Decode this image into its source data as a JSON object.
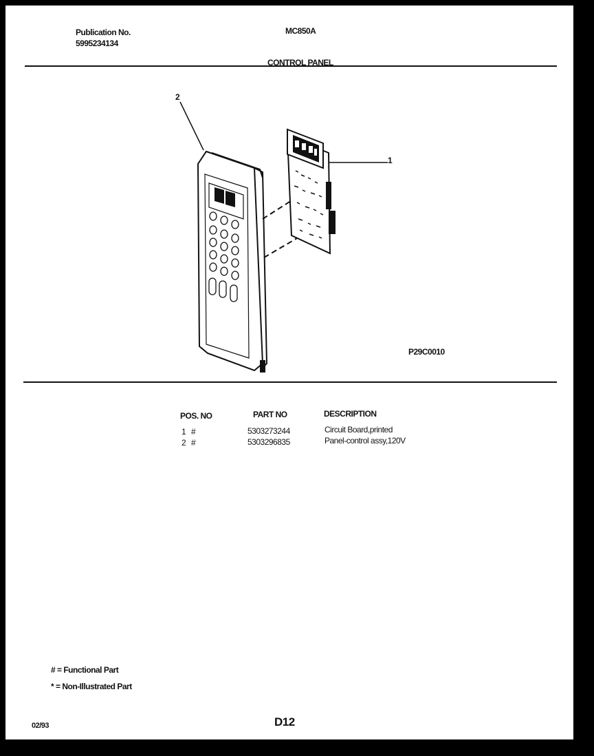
{
  "header": {
    "publication_label": "Publication No.",
    "publication_number": "5995234134",
    "model": "MC850A",
    "section_title": "CONTROL PANEL"
  },
  "diagram": {
    "callout_1": "1",
    "callout_2": "2",
    "figure_code": "P29C0010"
  },
  "parts_table": {
    "columns": [
      "POS. NO",
      "PART NO",
      "DESCRIPTION"
    ],
    "rows": [
      {
        "pos": "1",
        "mark": "#",
        "part_no": "5303273244",
        "description": "Circuit Board,printed"
      },
      {
        "pos": "2",
        "mark": "#",
        "part_no": "5303296835",
        "description": "Panel-control assy,120V"
      }
    ]
  },
  "legend": {
    "functional": "# = Functional Part",
    "non_illustrated": "* = Non-Illustrated Part"
  },
  "footer": {
    "date": "02/93",
    "page": "D12"
  }
}
